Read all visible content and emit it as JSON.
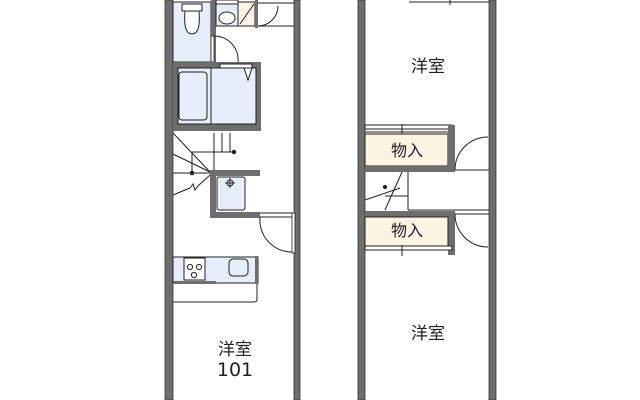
{
  "floorplan": {
    "unit_number": "101",
    "ground_floor": {
      "rooms": [
        {
          "label": "洋室",
          "type": "western-room"
        }
      ],
      "fixtures": [
        "toilet",
        "washbasin",
        "washing-machine-space",
        "bathtub",
        "shower-room",
        "staircase",
        "kitchen",
        "stove"
      ]
    },
    "upper_floor": {
      "rooms": [
        {
          "label": "洋室",
          "type": "western-room-top"
        },
        {
          "label": "物入",
          "type": "closet-upper"
        },
        {
          "label": "物入",
          "type": "closet-lower"
        },
        {
          "label": "洋室",
          "type": "western-room-bottom"
        }
      ]
    },
    "colors": {
      "wall": "#6e6e6e",
      "wet_area": "#e6eefb",
      "storage": "#fdf4e3",
      "line": "#222222"
    }
  }
}
